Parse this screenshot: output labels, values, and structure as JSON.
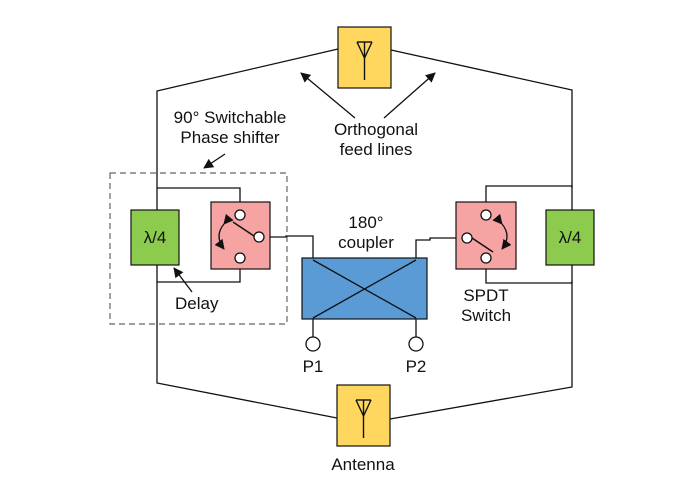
{
  "labels": {
    "phase_shifter_line1": "90° Switchable",
    "phase_shifter_line2": "Phase shifter",
    "orthogonal_line1": "Orthogonal",
    "orthogonal_line2": "feed lines",
    "coupler_line1": "180°",
    "coupler_line2": "coupler",
    "delay_left": "λ/4",
    "delay_right": "λ/4",
    "delay_caption": "Delay",
    "spdt_line1": "SPDT",
    "spdt_line2": "Switch",
    "port1": "P1",
    "port2": "P2",
    "antenna": "Antenna"
  },
  "colors": {
    "antenna_fill": "#FFD75E",
    "switch_fill": "#F5A3A3",
    "delay_fill": "#8CCB4E",
    "coupler_fill": "#5B9BD5",
    "line": "#111111"
  },
  "icons": {
    "antenna": "antenna-icon",
    "switch": "spdt-switch-icon",
    "arrow": "arrow-icon"
  }
}
